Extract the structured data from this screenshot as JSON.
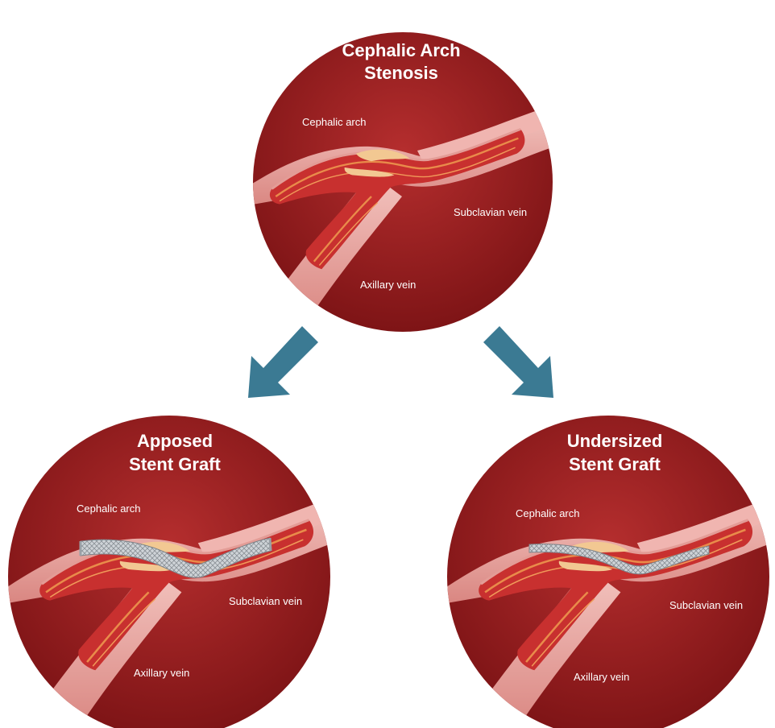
{
  "colors": {
    "circle_dark": "#7e1416",
    "circle_mid": "#b52e2e",
    "vein_wall": "#e9a6a2",
    "vein_inner": "#d33c3a",
    "lumen_stripe": "#e98b4a",
    "plaque": "#f2c892",
    "stent": "#c9cfd4",
    "arrow": "#3b7a93",
    "text": "#ffffff"
  },
  "panels": {
    "top": {
      "title_line1": "Cephalic Arch",
      "title_line2": "Stenosis",
      "label_cephalic": "Cephalic arch",
      "label_subclavian": "Subclavian vein",
      "label_axillary": "Axillary vein"
    },
    "left": {
      "title_line1": "Apposed",
      "title_line2": "Stent Graft",
      "label_cephalic": "Cephalic arch",
      "label_subclavian": "Subclavian vein",
      "label_axillary": "Axillary vein",
      "stent": "apposed"
    },
    "right": {
      "title_line1": "Undersized",
      "title_line2": "Stent Graft",
      "label_cephalic": "Cephalic arch",
      "label_subclavian": "Subclavian vein",
      "label_axillary": "Axillary vein",
      "stent": "undersized"
    }
  },
  "arrows": [
    {
      "icon": "arrow-down-left-icon"
    },
    {
      "icon": "arrow-down-right-icon"
    }
  ]
}
